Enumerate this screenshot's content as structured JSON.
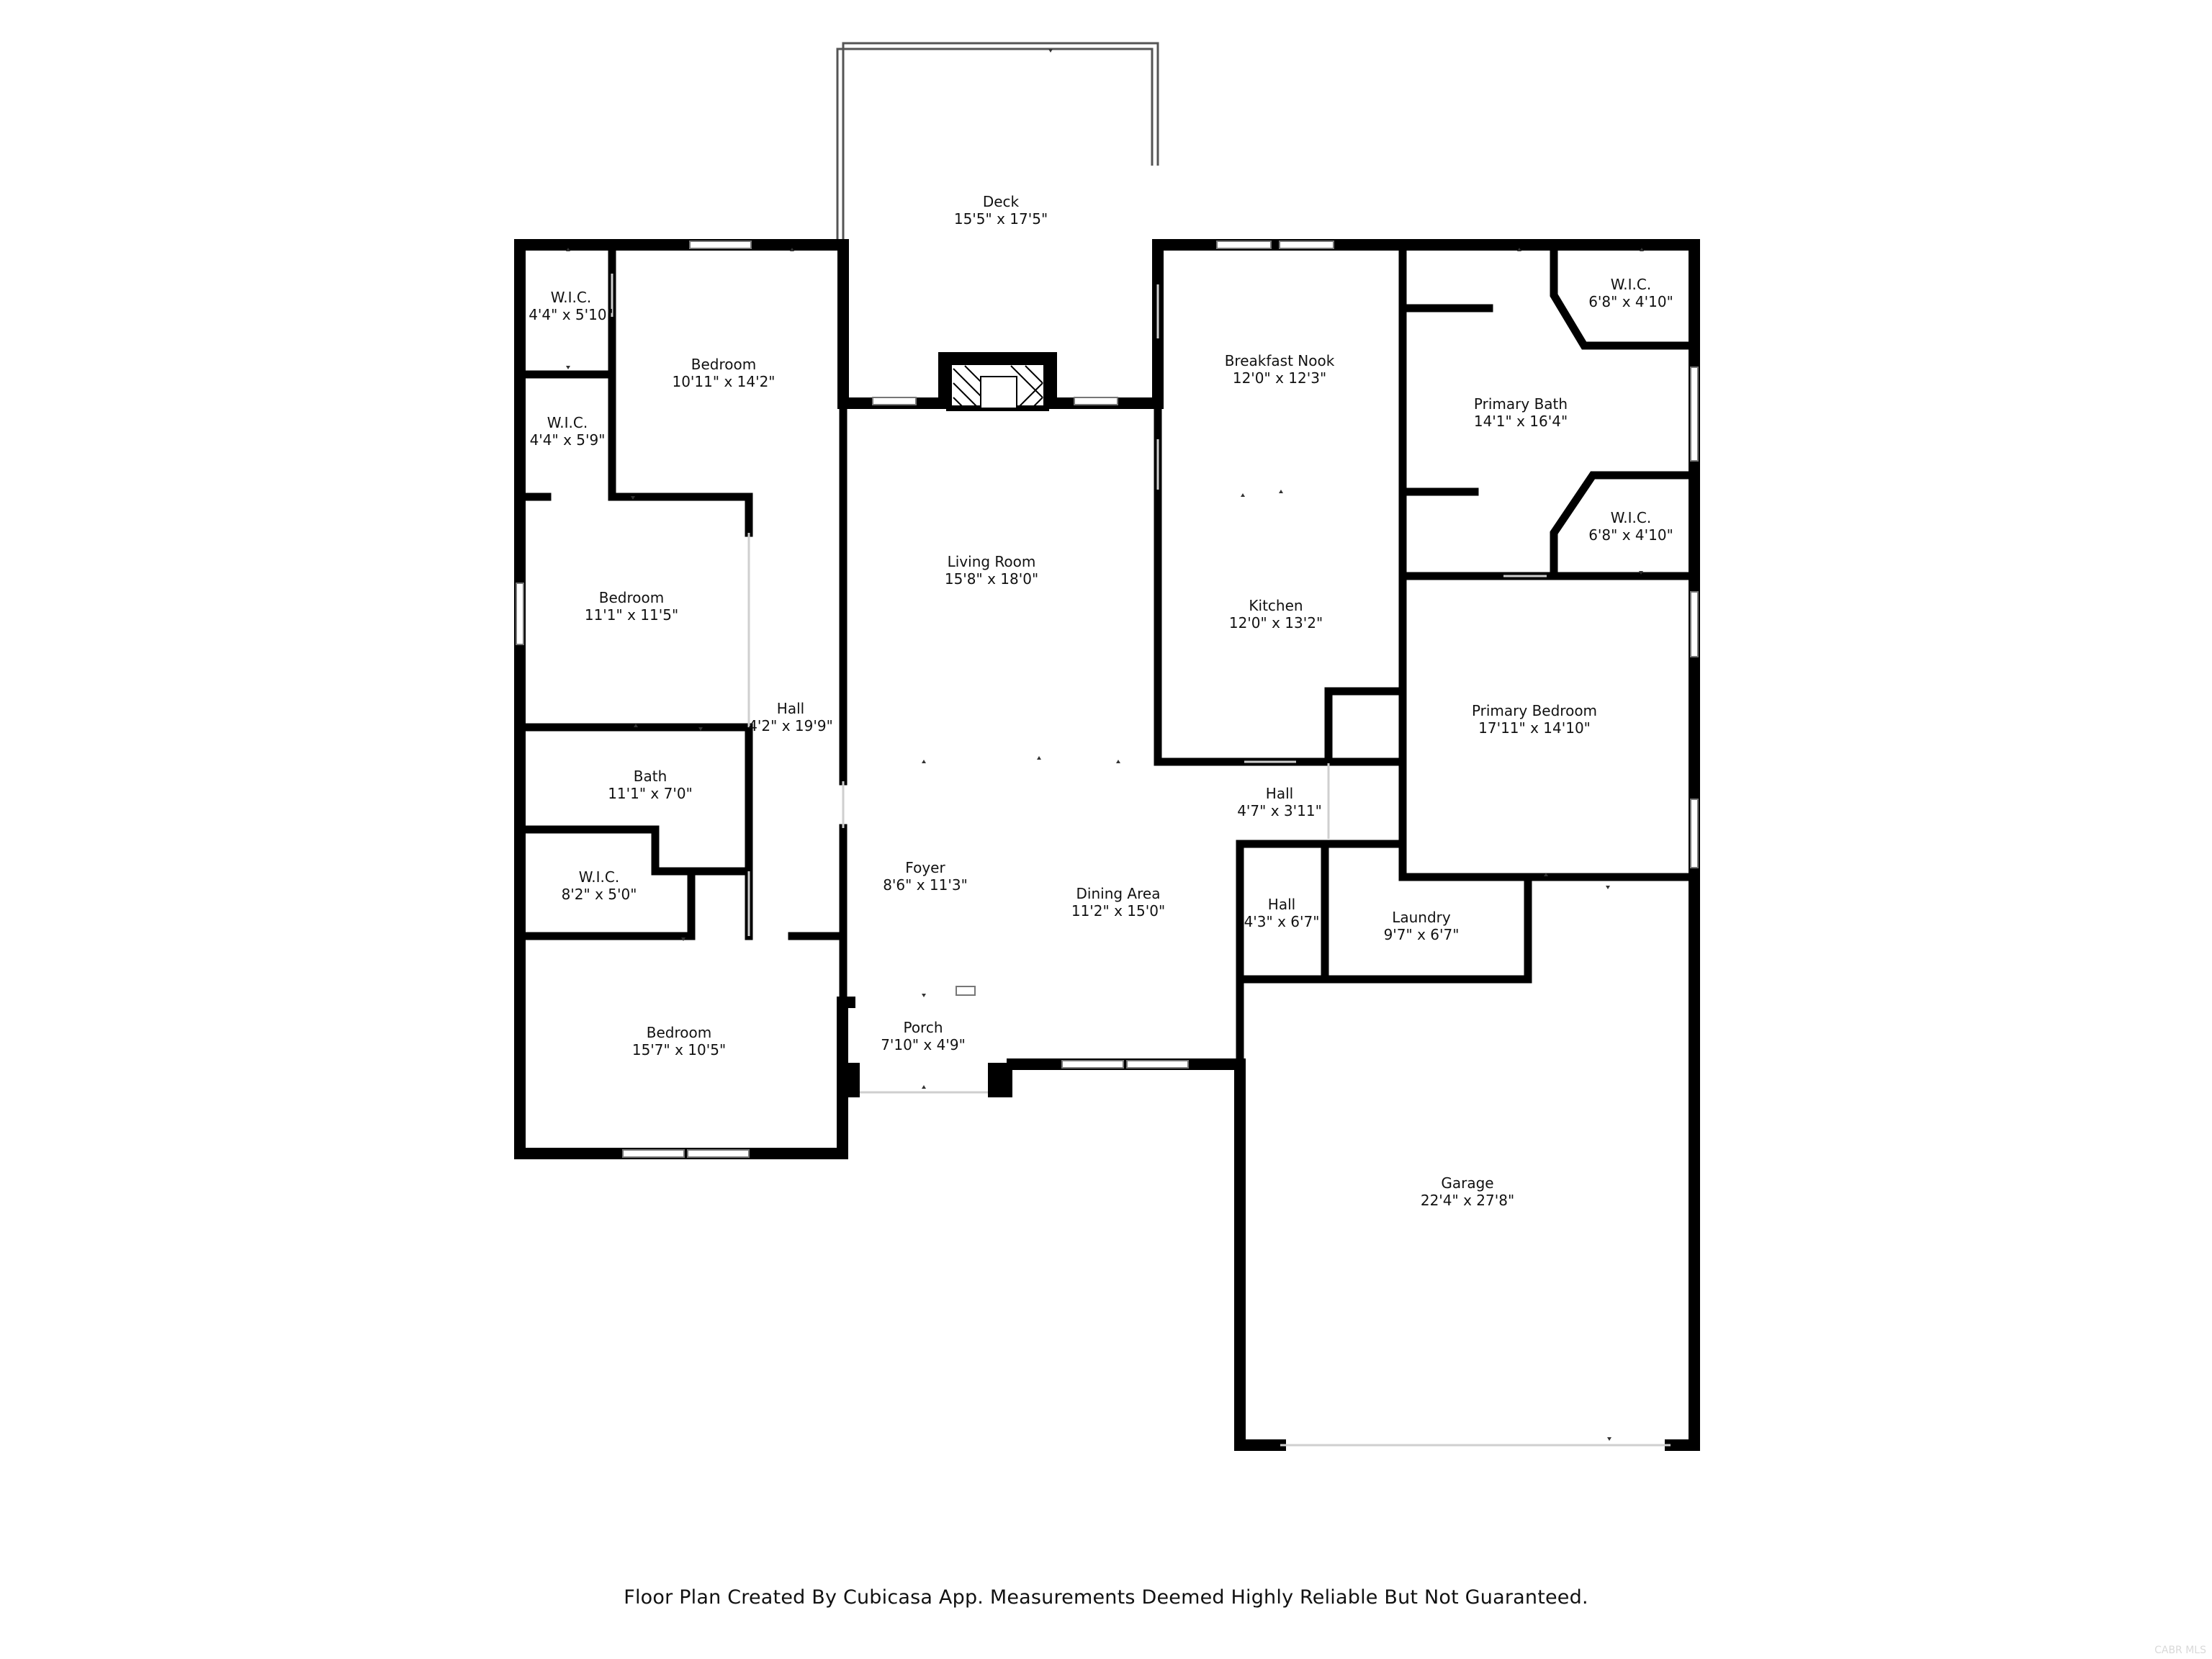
{
  "rooms": {
    "deck": {
      "name": "Deck",
      "dim": "15'5\" x 17'5\""
    },
    "wic_top": {
      "name": "W.I.C.",
      "dim": "4'4\" x 5'10\""
    },
    "bedroom_top": {
      "name": "Bedroom",
      "dim": "10'11\" x 14'2\""
    },
    "wic_second": {
      "name": "W.I.C.",
      "dim": "4'4\" x 5'9\""
    },
    "bedroom_mid": {
      "name": "Bedroom",
      "dim": "11'1\" x 11'5\""
    },
    "hall_west": {
      "name": "Hall",
      "dim": "4'2\" x 19'9\""
    },
    "bath": {
      "name": "Bath",
      "dim": "11'1\" x 7'0\""
    },
    "wic_bath": {
      "name": "W.I.C.",
      "dim": "8'2\" x 5'0\""
    },
    "bedroom_bottom": {
      "name": "Bedroom",
      "dim": "15'7\" x 10'5\""
    },
    "living_room": {
      "name": "Living Room",
      "dim": "15'8\" x 18'0\""
    },
    "foyer": {
      "name": "Foyer",
      "dim": "8'6\" x 11'3\""
    },
    "dining_area": {
      "name": "Dining Area",
      "dim": "11'2\" x 15'0\""
    },
    "porch": {
      "name": "Porch",
      "dim": "7'10\" x 4'9\""
    },
    "breakfast_nook": {
      "name": "Breakfast Nook",
      "dim": "12'0\" x 12'3\""
    },
    "kitchen": {
      "name": "Kitchen",
      "dim": "12'0\" x 13'2\""
    },
    "primary_bath": {
      "name": "Primary Bath",
      "dim": "14'1\" x 16'4\""
    },
    "wic_primary_top": {
      "name": "W.I.C.",
      "dim": "6'8\" x 4'10\""
    },
    "wic_primary_bottom": {
      "name": "W.I.C.",
      "dim": "6'8\" x 4'10\""
    },
    "primary_bedroom": {
      "name": "Primary Bedroom",
      "dim": "17'11\" x 14'10\""
    },
    "hall_center": {
      "name": "Hall",
      "dim": "4'7\" x 3'11\""
    },
    "hall_small": {
      "name": "Hall",
      "dim": "4'3\" x 6'7\""
    },
    "laundry": {
      "name": "Laundry",
      "dim": "9'7\" x 6'7\""
    },
    "garage": {
      "name": "Garage",
      "dim": "22'4\" x 27'8\""
    }
  },
  "footer": "Floor Plan Created By Cubicasa App. Measurements Deemed Highly Reliable But Not Guaranteed.",
  "watermark": "CABR MLS"
}
